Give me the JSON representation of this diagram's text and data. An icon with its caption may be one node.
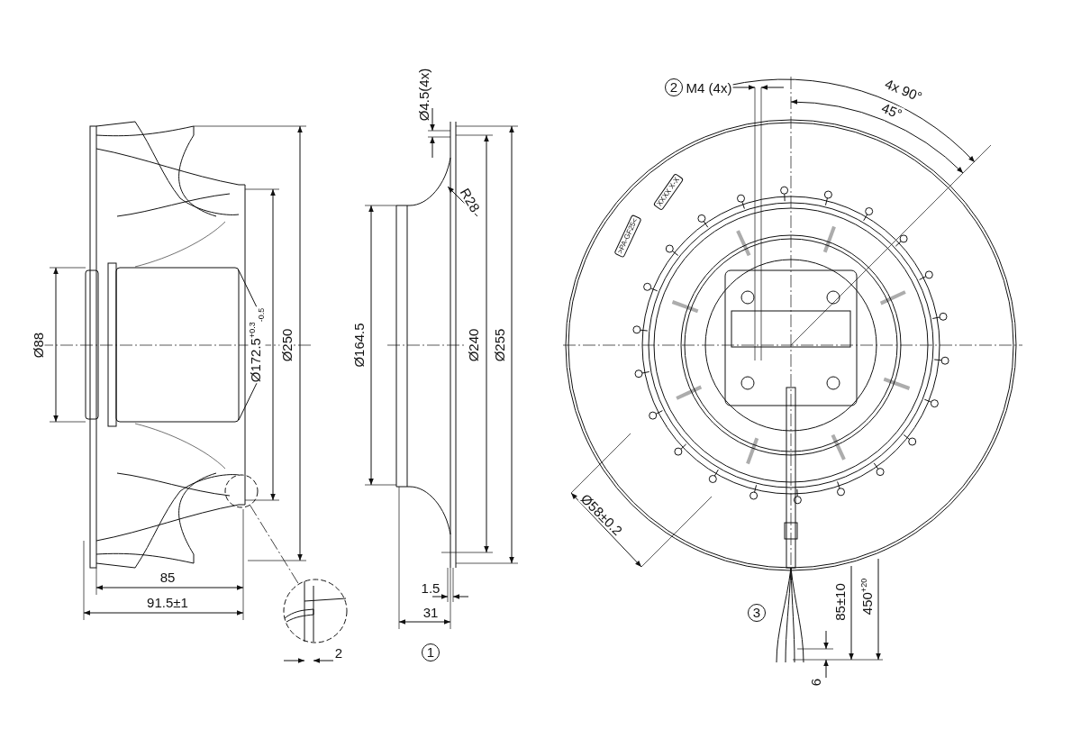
{
  "diagram": {
    "nodes": [
      {
        "text": [],
        "shape": "circle"
      },
      {
        "text": [],
        "shape": "circle"
      }
    ],
    "edges": [
      {
        "from": 0,
        "to": 1,
        "arrow": "none",
        "style": "dashed"
      }
    ],
    "labels": [
      "Ø4.5(4x)",
      "2",
      "M4 (4x)",
      "4x 90°",
      "45°",
      "R28",
      "Ø88",
      "Ø172.5$^{+0.3}$$_{-0.5}$",
      "Ø250",
      "Ø164.5",
      "Ø240",
      "Ø255",
      "XXXX X-X",
      ">PA-GF25<",
      "Ø58±0.2",
      "85",
      "91.5±1",
      "1.5",
      "85±10",
      "450$^{+20}$",
      "2",
      "31",
      "1",
      "3",
      "6"
    ]
  }
}
